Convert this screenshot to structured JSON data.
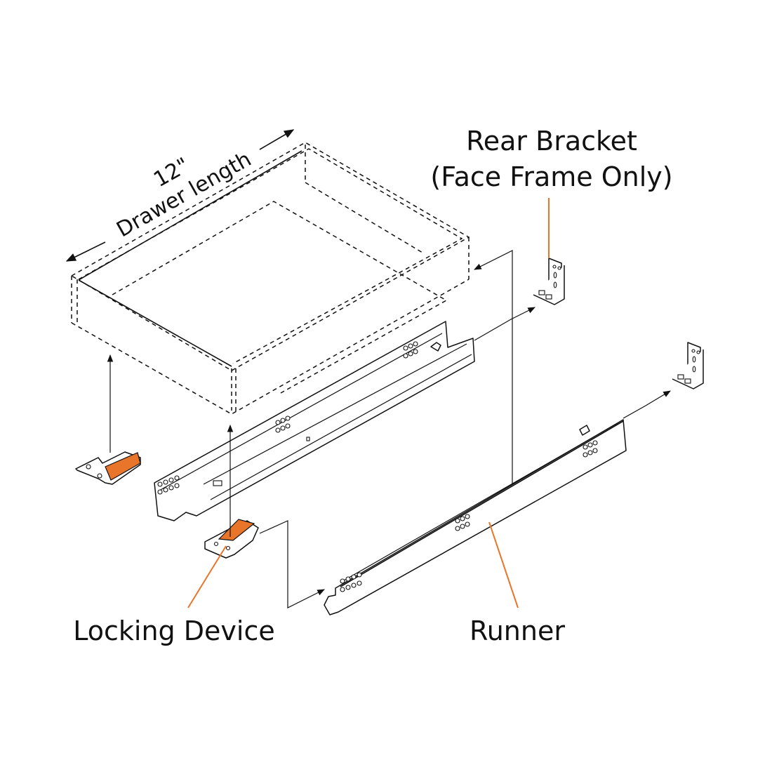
{
  "diagram": {
    "title_dimension": {
      "value": "12\"",
      "label": "Drawer length"
    },
    "labels": {
      "rear_bracket_line1": "Rear Bracket",
      "rear_bracket_line2": "(Face Frame Only)",
      "locking_device": "Locking Device",
      "runner": "Runner"
    },
    "colors": {
      "accent": "#E8752A",
      "line": "#111111",
      "background": "#FFFFFF"
    }
  }
}
